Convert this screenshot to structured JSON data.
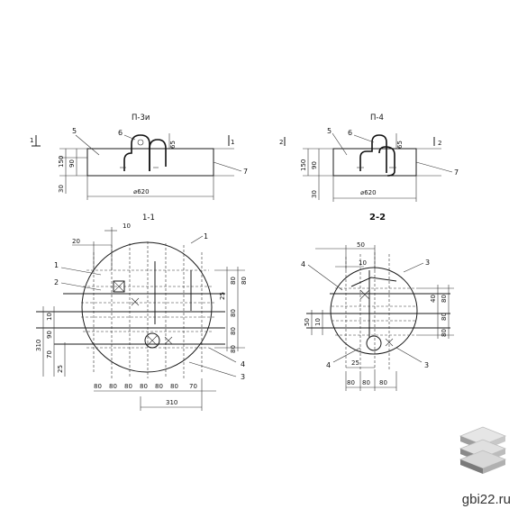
{
  "drawing": {
    "views": {
      "p3": {
        "title": "П-3и",
        "pos_5": "5",
        "pos_6": "6",
        "pos_7": "7",
        "dim_h": "150",
        "dim_inner": "90",
        "dim_bottom": "30",
        "dim_top": "65",
        "dim_diam": "⌀620",
        "section_mark": "1",
        "section_mark_r": "1"
      },
      "p4": {
        "title": "П-4",
        "pos_5": "5",
        "pos_6": "6",
        "pos_7": "7",
        "dim_h": "150",
        "dim_inner": "90",
        "dim_bottom": "30",
        "dim_top": "65",
        "dim_diam": "⌀620",
        "section_mark": "2",
        "section_mark_r": "2"
      }
    },
    "sections": {
      "s11": {
        "title": "1-1",
        "labels": {
          "n1a": "1",
          "n1b": "1",
          "n2": "2",
          "n3": "3",
          "n4": "4"
        },
        "dims_top": [
          "10",
          "20"
        ],
        "dims_right": [
          "80",
          "80",
          "25",
          "80",
          "80",
          "80"
        ],
        "dims_left": [
          "310",
          "10",
          "90",
          "70",
          "25"
        ],
        "dims_bottom": [
          "80",
          "80",
          "80",
          "80",
          "80",
          "80",
          "70"
        ],
        "dim_total": "310"
      },
      "s22": {
        "title": "2-2",
        "labels": {
          "n3a": "3",
          "n3b": "3",
          "n4a": "4",
          "n4b": "4"
        },
        "dims_top": [
          "50",
          "10"
        ],
        "dims_right": [
          "40",
          "80",
          "80",
          "80"
        ],
        "dims_left": [
          "50",
          "10"
        ],
        "dim_25": "25",
        "dims_bottom": [
          "80",
          "80",
          "80"
        ]
      }
    }
  },
  "brand": {
    "site": "gbi22.ru",
    "logo_icon": "stacked-slabs-icon"
  }
}
